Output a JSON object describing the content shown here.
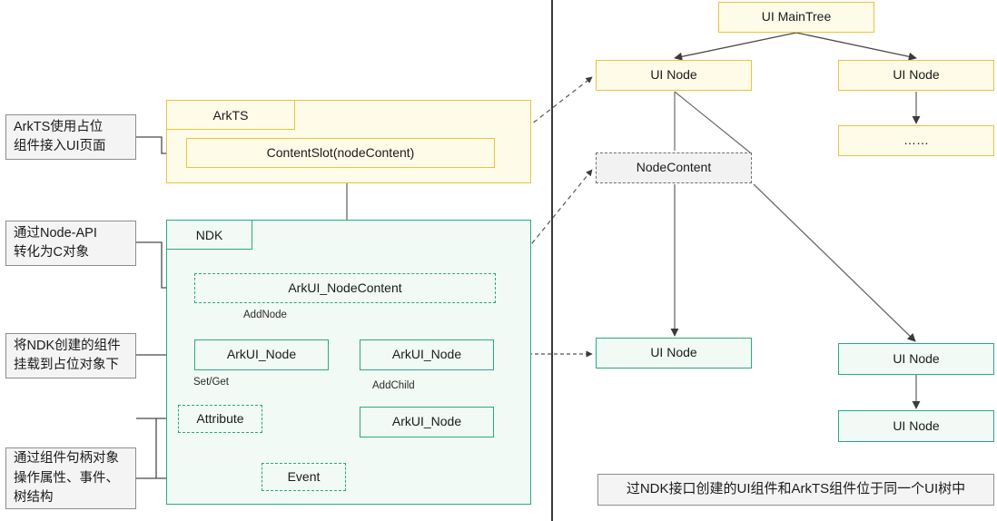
{
  "diagram": {
    "title_caption": "过NDK接口创建的UI组件和ArkTS组件位于同一个UI树中",
    "annotations": [
      {
        "id": "note-arkts-slot",
        "text": "ArkTS使用占位\n组件接入UI页面"
      },
      {
        "id": "note-node-api",
        "text": "通过Node-API\n转化为C对象"
      },
      {
        "id": "note-mount",
        "text": "将NDK创建的组件\n挂载到占位对象下"
      },
      {
        "id": "note-handle",
        "text": "通过组件句柄对象\n操作属性、事件、\n树结构"
      }
    ],
    "left_panel": {
      "arkts_container": {
        "tab_label": "ArkTS",
        "nodes": [
          {
            "id": "content-slot",
            "label": "ContentSlot(nodeContent)"
          }
        ]
      },
      "ndk_container": {
        "tab_label": "NDK",
        "nodes": [
          {
            "id": "arkui-nodecontent",
            "label": "ArkUI_NodeContent"
          },
          {
            "id": "arkui-node-left",
            "label": "ArkUI_Node"
          },
          {
            "id": "arkui-node-right",
            "label": "ArkUI_Node"
          },
          {
            "id": "arkui-node-child",
            "label": "ArkUI_Node"
          },
          {
            "id": "attribute",
            "label": "Attribute"
          },
          {
            "id": "event",
            "label": "Event"
          }
        ],
        "edge_labels": [
          {
            "id": "label-addnode",
            "text": "AddNode"
          },
          {
            "id": "label-setget",
            "text": "Set/Get"
          },
          {
            "id": "label-addchild",
            "text": "AddChild"
          }
        ]
      }
    },
    "right_panel": {
      "nodes": [
        {
          "id": "ui-maintree",
          "label": "UI MainTree"
        },
        {
          "id": "ui-node-l1",
          "label": "UI Node"
        },
        {
          "id": "ui-node-r1",
          "label": "UI Node"
        },
        {
          "id": "ui-node-ellipsis",
          "label": "……"
        },
        {
          "id": "node-content",
          "label": "NodeContent"
        },
        {
          "id": "ui-node-l2",
          "label": "UI Node"
        },
        {
          "id": "ui-node-r2",
          "label": "UI Node"
        },
        {
          "id": "ui-node-r3",
          "label": "UI Node"
        }
      ]
    },
    "colors": {
      "yellow_border": "#e8c53d",
      "yellow_fill": "#fefbe8",
      "teal_border": "#27ab84",
      "teal_fill": "#f2faf5",
      "grey_border": "#8d8d8d",
      "grey_fill": "#f4f4f4",
      "arrow": "#4a4a4a",
      "divider": "#3b3b3b"
    }
  }
}
